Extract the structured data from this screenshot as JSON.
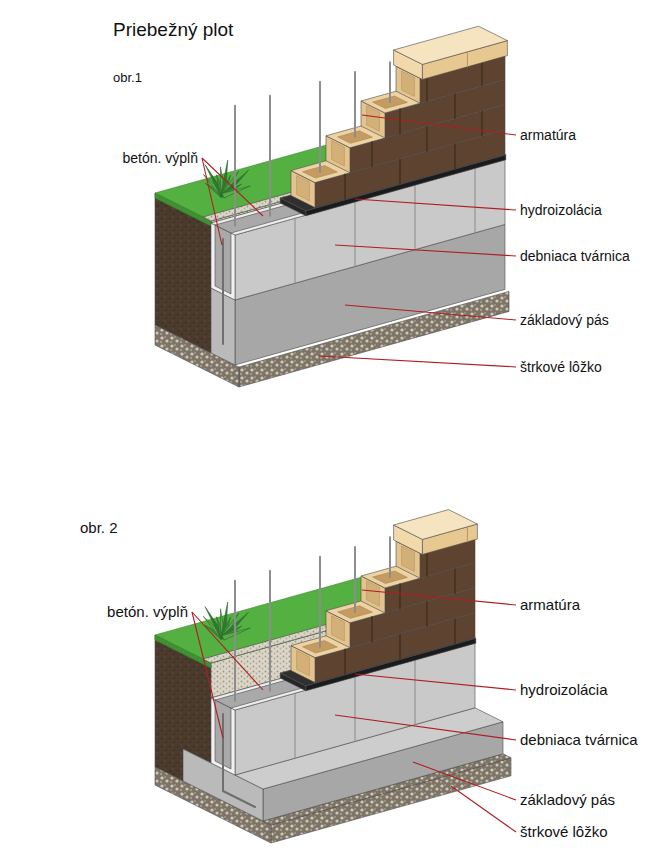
{
  "diagram": {
    "title": "Priebežný plot",
    "labels": [
      "obr.1",
      "betón. výplň",
      "armatúra",
      "hydroizolácia",
      "debniaca tvárnica",
      "základový pás",
      "štrkové lôžko",
      "obr. 2",
      "betón. výplň",
      "armatúra",
      "hydroizolácia",
      "debniaca tvárnica",
      "základový pás",
      "štrkové lôžko"
    ]
  }
}
